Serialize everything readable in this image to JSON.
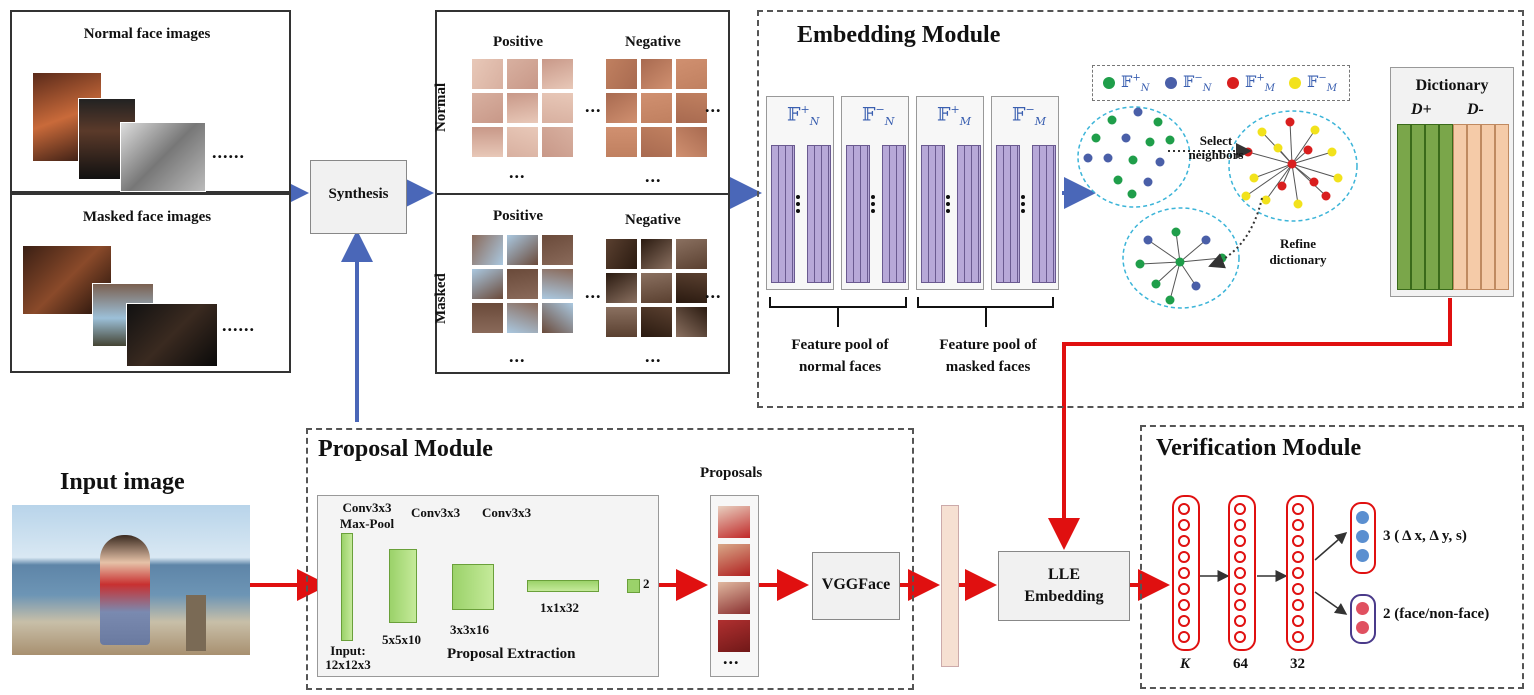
{
  "normal_images": {
    "title": "Normal face images",
    "dots": "......"
  },
  "masked_images": {
    "title": "Masked face images",
    "dots": "......"
  },
  "synthesis": {
    "label": "Synthesis"
  },
  "samples": {
    "normal_row_label": "Normal",
    "masked_row_label": "Masked",
    "positive": "Positive",
    "negative": "Negative",
    "dots": "...",
    "vdots": "..."
  },
  "embedding": {
    "title": "Embedding Module",
    "pools": [
      {
        "sym": "𝔽",
        "sup": "+",
        "sub": "N"
      },
      {
        "sym": "𝔽",
        "sup": "−",
        "sub": "N"
      },
      {
        "sym": "𝔽",
        "sup": "+",
        "sub": "M"
      },
      {
        "sym": "𝔽",
        "sup": "−",
        "sub": "M"
      }
    ],
    "pool_normal": "Feature pool of normal faces",
    "pool_normal_l1": "Feature pool of",
    "pool_normal_l2": "normal faces",
    "pool_masked_l1": "Feature pool of",
    "pool_masked_l2": "masked faces",
    "legend": [
      {
        "color": "#1f9e4a",
        "sup": "+",
        "sub": "N"
      },
      {
        "color": "#4a5fa8",
        "sup": "−",
        "sub": "N"
      },
      {
        "color": "#d91e1e",
        "sup": "+",
        "sub": "M"
      },
      {
        "color": "#f2e21c",
        "sup": "−",
        "sub": "M"
      }
    ],
    "select_l1": "Select",
    "select_l2": "neighbors",
    "refine_l1": "Refine",
    "refine_l2": "dictionary",
    "dictionary_title": "Dictionary",
    "d_plus": "D+",
    "d_minus": "D-"
  },
  "input": {
    "title": "Input image"
  },
  "proposal": {
    "title": "Proposal Module",
    "conv1": "Conv3x3",
    "maxpool": "Max-Pool",
    "conv2": "Conv3x3",
    "conv3": "Conv3x3",
    "dim1": "5x5x10",
    "dim2": "3x3x16",
    "dim3": "1x1x32",
    "out": "2",
    "input_l1": "Input:",
    "input_l2": "12x12x3",
    "extraction": "Proposal Extraction",
    "proposals": "Proposals",
    "dots": "..."
  },
  "vggface": {
    "label": "VGGFace"
  },
  "lle": {
    "l1": "LLE",
    "l2": "Embedding"
  },
  "verification": {
    "title": "Verification Module",
    "k": "K",
    "n64": "64",
    "n32": "32",
    "out3": "3 ( Δ x, Δ y, s)",
    "out2": "2  (face/non-face)"
  },
  "colors": {
    "blue_arrow": "#4a67b8",
    "red_arrow": "#e01010",
    "pool_purple": "#b7a8d8",
    "dict_green": "#7aa64a",
    "dict_peach": "#f5cba8"
  }
}
